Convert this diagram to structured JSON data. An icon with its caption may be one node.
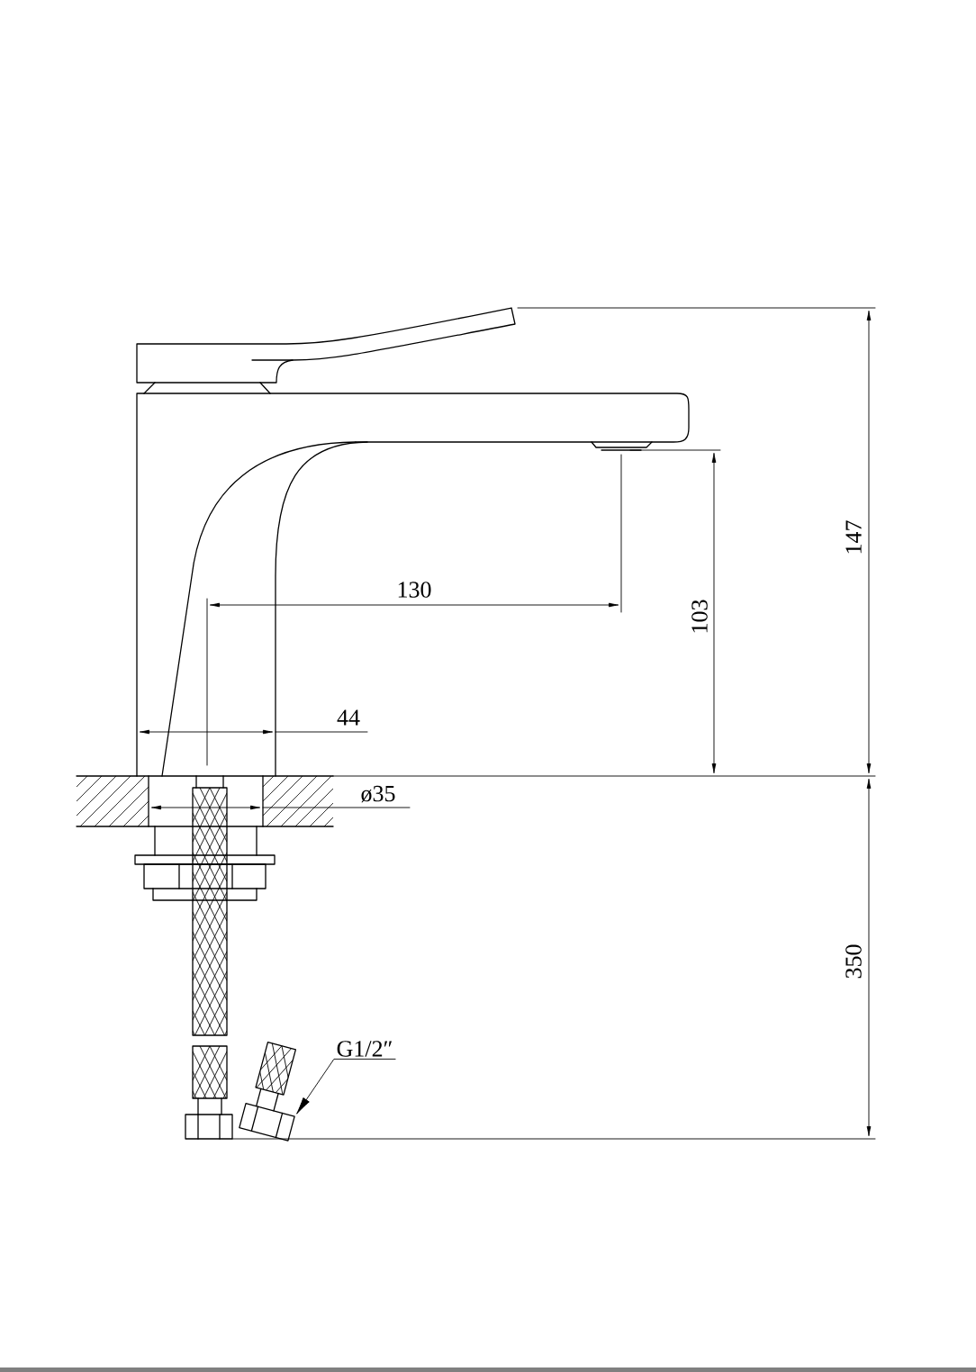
{
  "diagram": {
    "nodes": [
      {
        "text": [
          "G1/2″"
        ]
      },
      {
        "text": [],
        "shape": "box"
      }
    ],
    "edges": [
      {
        "from": 0,
        "to": 1,
        "arrow": "to"
      }
    ],
    "labels": [
      "147",
      "130",
      "103",
      "44",
      "ø35",
      "350"
    ]
  }
}
